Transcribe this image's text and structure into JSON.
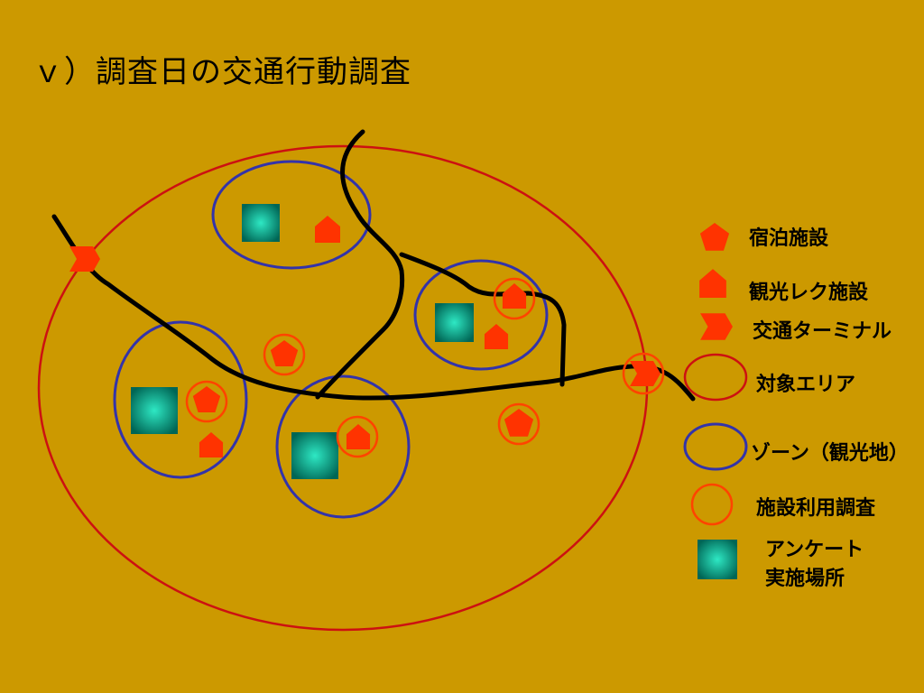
{
  "title": "ｖ）調査日の交通行動調査",
  "legend": {
    "lodging": "宿泊施設",
    "tourism_rec": "観光レク施設",
    "terminal": "交通ターミナル",
    "target_area": "対象エリア",
    "zone": "ゾーン（観光地）",
    "facility_survey": "施設利用調査",
    "questionnaire_line1": "アンケート",
    "questionnaire_line2": "実施場所"
  },
  "colors": {
    "background": "#cc9900",
    "target_area": "#cc1111",
    "zone": "#3333aa",
    "facility_survey": "#ff4400",
    "facility_fill": "#ff3300",
    "road": "#000000",
    "questionnaire_center": "#22ddbb",
    "questionnaire_edge": "#006655"
  },
  "icons": {
    "lodging": "pentagon-icon",
    "tourism_rec": "house-icon",
    "terminal": "chevron-arrow-icon",
    "target_area": "ellipse-outline-icon",
    "zone": "ellipse-outline-icon",
    "facility_survey": "circle-outline-icon",
    "questionnaire": "gradient-square-icon"
  }
}
